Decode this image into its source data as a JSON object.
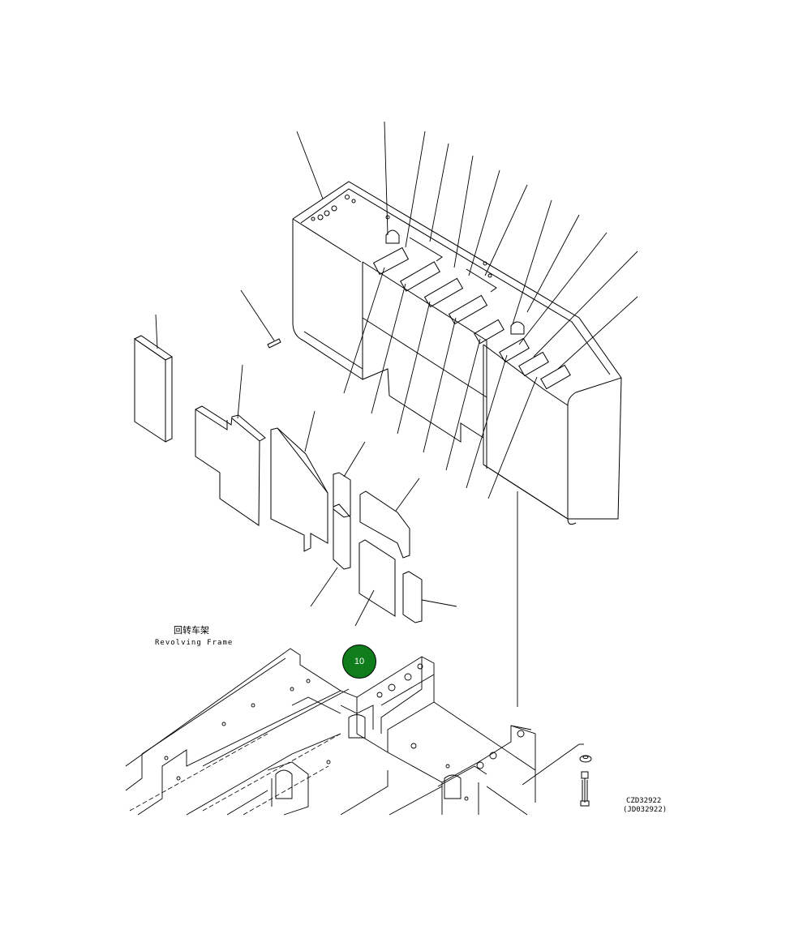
{
  "labels": {
    "frame_cn": "回转车架",
    "frame_en": "Revolving Frame",
    "drawing_code": "CZD32922",
    "drawing_code_alt": "(JD032922)"
  },
  "callout": {
    "number": "10",
    "color": "#0f7d1c"
  }
}
